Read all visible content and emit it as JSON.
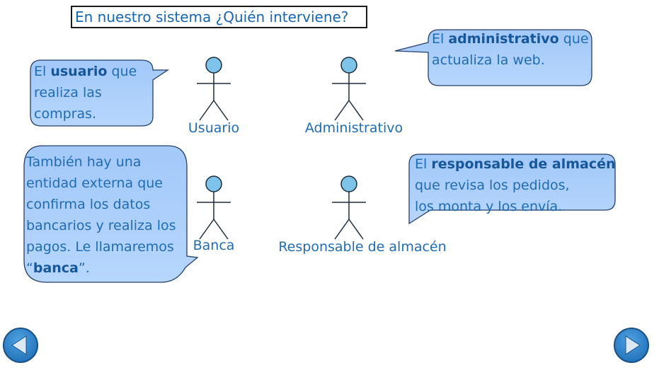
{
  "title": "En nuestro sistema ¿Quién interviene?",
  "colors": {
    "bubble_fill": "#a9cdfb",
    "bubble_stroke": "#1a3a6a",
    "text": "#1f6cb6",
    "actor_head": "#7ec3ea",
    "nav_button": "#2d82c8"
  },
  "actors": {
    "usuario": "Usuario",
    "administrativo": "Administrativo",
    "banca": "Banca",
    "responsable": "Responsable de almacén"
  },
  "bubbles": {
    "usuario": {
      "line1_pre": "El ",
      "line1_bold": "usuario",
      "line1_post": " que",
      "line2": "realiza las",
      "line3": "compras."
    },
    "administrativo": {
      "line1_pre": "El ",
      "line1_bold": "administrativo",
      "line1_post": " que",
      "line2": "actualiza la web."
    },
    "banca": {
      "line1": "También hay una",
      "line2": "entidad externa que",
      "line3": "confirma los datos",
      "line4": "bancarios y realiza los",
      "line5": "pagos. Le llamaremos",
      "line6_pre": "“",
      "line6_bold": "banca",
      "line6_post": "”."
    },
    "responsable": {
      "line1_pre": "El ",
      "line1_bold": "responsable de almacén",
      "line2": "que revisa los pedidos,",
      "line3": "los monta y los envía."
    }
  },
  "nav": {
    "prev_icon": "arrow-left-icon",
    "next_icon": "arrow-right-icon"
  }
}
